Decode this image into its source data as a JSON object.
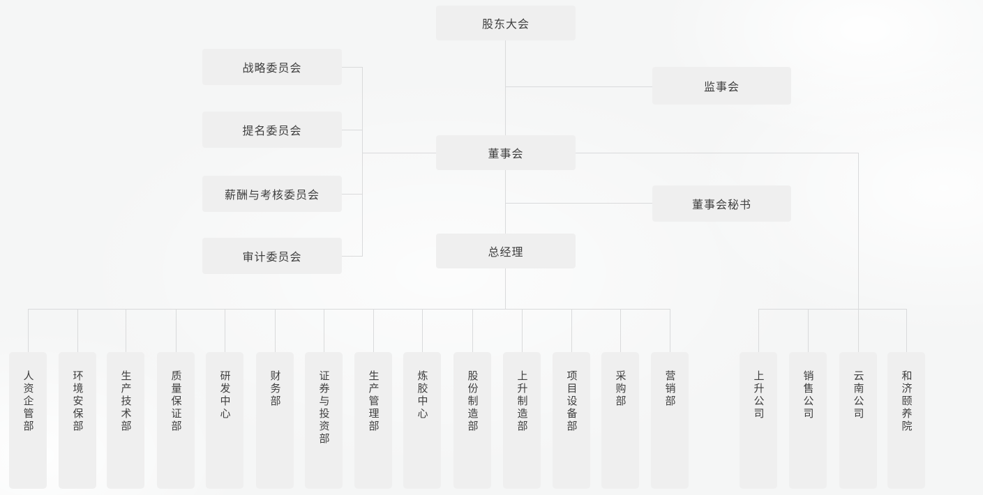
{
  "org": {
    "shareholders": "股东大会",
    "committees": [
      "战略委员会",
      "提名委员会",
      "薪酬与考核委员会",
      "审计委员会"
    ],
    "supervisory": "监事会",
    "board": "董事会",
    "secretary": "董事会秘书",
    "gm": "总经理",
    "departments": [
      "人资企管部",
      "环境安保部",
      "生产技术部",
      "质量保证部",
      "研发中心",
      "财务部",
      "证券与投资部",
      "生产管理部",
      "炼胶中心",
      "股份制造部",
      "上升制造部",
      "项目设备部",
      "采购部",
      "营销部"
    ],
    "subsidiaries": [
      "上升公司",
      "销售公司",
      "云南公司",
      "和济颐养院"
    ]
  },
  "colors": {
    "node_fill": "#efefef",
    "node_text": "#3e3e3e",
    "connector": "#d9dadb",
    "background": "#f5f6f6"
  }
}
